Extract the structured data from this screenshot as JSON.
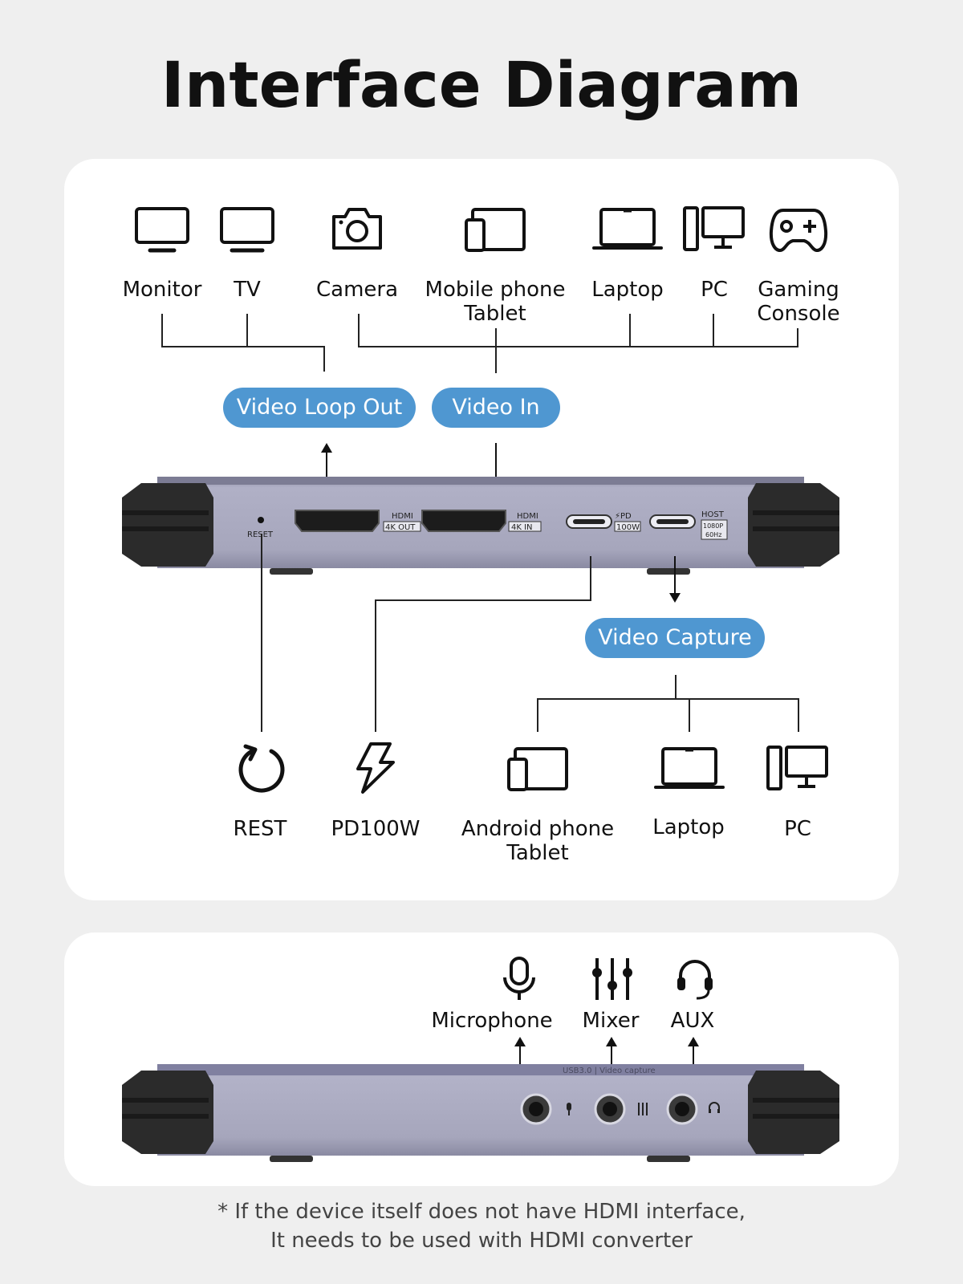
{
  "title": "Interface Diagram",
  "inputs": [
    {
      "label": "Monitor",
      "icon": "monitor-icon"
    },
    {
      "label": "TV",
      "icon": "tv-icon"
    },
    {
      "label": "Camera",
      "icon": "camera-icon"
    },
    {
      "label": "Mobile phone\nTablet",
      "icon": "mobile-tablet-icon"
    },
    {
      "label": "Laptop",
      "icon": "laptop-icon"
    },
    {
      "label": "PC",
      "icon": "pc-icon"
    },
    {
      "label": "Gaming\nConsole",
      "icon": "gamepad-icon"
    }
  ],
  "pills": {
    "loop_out": "Video Loop Out",
    "video_in": "Video In",
    "capture": "Video Capture"
  },
  "device_labels": {
    "reset": "RESET",
    "hdmi": "HDMI",
    "out_badge": "4K OUT",
    "in_badge": "4K IN",
    "pd": "⚡PD",
    "pd_badge": "100W",
    "host": "HOST",
    "host_badge1": "1080P",
    "host_badge2": "60Hz",
    "back_text": "USB3.0 | Video capture"
  },
  "outputs": [
    {
      "label": "REST",
      "icon": "reset-icon"
    },
    {
      "label": "PD100W",
      "icon": "lightning-icon"
    },
    {
      "label": "Android phone\nTablet",
      "icon": "mobile-tablet-icon"
    },
    {
      "label": "Laptop",
      "icon": "laptop-icon"
    },
    {
      "label": "PC",
      "icon": "pc-icon"
    }
  ],
  "audio": [
    {
      "label": "Microphone",
      "icon": "microphone-icon"
    },
    {
      "label": "Mixer",
      "icon": "mixer-icon"
    },
    {
      "label": "AUX",
      "icon": "headset-icon"
    }
  ],
  "footnote": {
    "line1": "* If the device itself does not have HDMI interface,",
    "line2": "It needs to be used with HDMI converter"
  },
  "colors": {
    "pill": "#4f97d1",
    "device": "#a8a8c0",
    "bumper": "#2a2a2a"
  }
}
